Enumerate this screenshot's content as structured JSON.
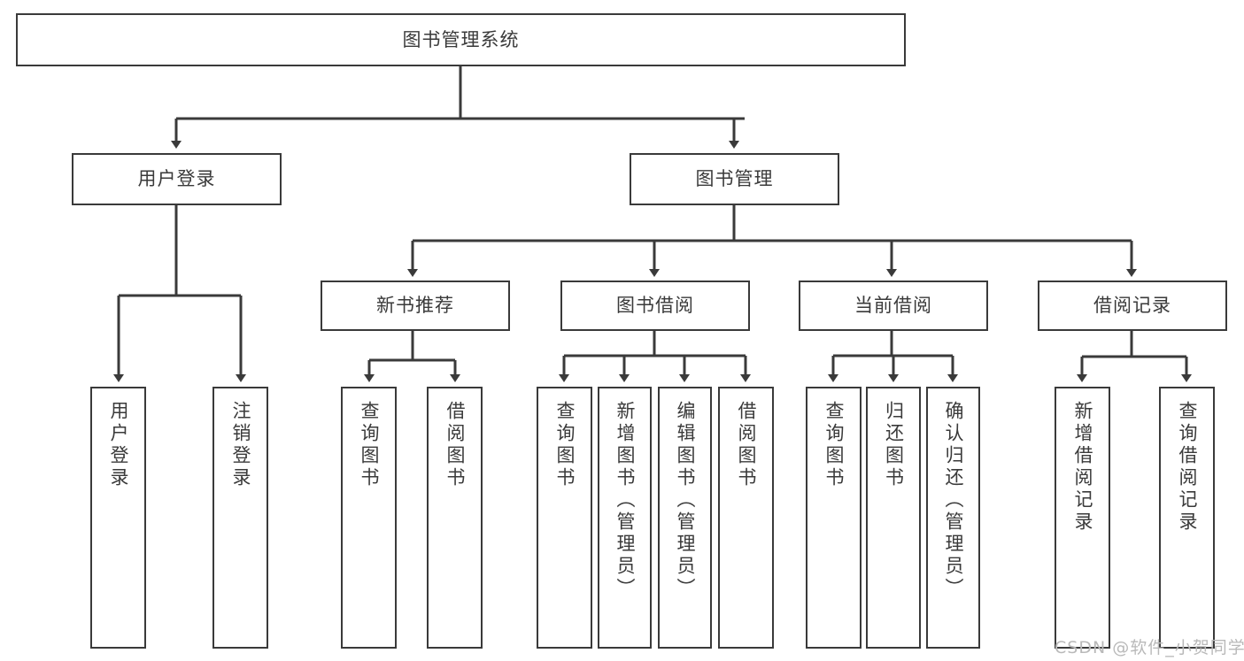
{
  "diagram": {
    "title": "图书管理系统",
    "type": "tree-hierarchy-diagram",
    "stroke_color": "#3a3a3a",
    "background_color": "#ffffff",
    "root": {
      "id": "root",
      "label": "图书管理系统"
    },
    "level2": [
      {
        "id": "user-login",
        "label": "用户登录"
      },
      {
        "id": "book-management",
        "label": "图书管理"
      }
    ],
    "level3": [
      {
        "id": "new-book-recommend",
        "label": "新书推荐",
        "parent": "book-management"
      },
      {
        "id": "book-borrow",
        "label": "图书借阅",
        "parent": "book-management"
      },
      {
        "id": "current-borrow",
        "label": "当前借阅",
        "parent": "book-management"
      },
      {
        "id": "borrow-record",
        "label": "借阅记录",
        "parent": "book-management"
      }
    ],
    "leaves": [
      {
        "id": "leaf-user-login",
        "label": "用户登录",
        "parent": "user-login"
      },
      {
        "id": "leaf-logout-login",
        "label": "注销登录",
        "parent": "user-login"
      },
      {
        "id": "leaf-query-book-1",
        "label": "查询图书",
        "parent": "new-book-recommend"
      },
      {
        "id": "leaf-borrow-book-1",
        "label": "借阅图书",
        "parent": "new-book-recommend"
      },
      {
        "id": "leaf-query-book-2",
        "label": "查询图书",
        "parent": "book-borrow"
      },
      {
        "id": "leaf-add-book-admin",
        "label": "新增图书（管理员）",
        "parent": "book-borrow"
      },
      {
        "id": "leaf-edit-book-admin",
        "label": "编辑图书（管理员）",
        "parent": "book-borrow"
      },
      {
        "id": "leaf-borrow-book-2",
        "label": "借阅图书",
        "parent": "book-borrow"
      },
      {
        "id": "leaf-query-book-3",
        "label": "查询图书",
        "parent": "current-borrow"
      },
      {
        "id": "leaf-return-book",
        "label": "归还图书",
        "parent": "current-borrow"
      },
      {
        "id": "leaf-confirm-return-admin",
        "label": "确认归还（管理员）",
        "parent": "current-borrow"
      },
      {
        "id": "leaf-add-borrow-record",
        "label": "新增借阅记录",
        "parent": "borrow-record"
      },
      {
        "id": "leaf-query-borrow-record",
        "label": "查询借阅记录",
        "parent": "borrow-record"
      }
    ]
  },
  "watermark": {
    "text": "CSDN @软件_小贺同学"
  }
}
